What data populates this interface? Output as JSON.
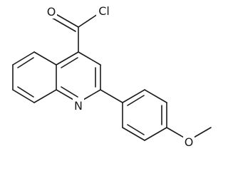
{
  "molecule": {
    "atoms": {
      "carbonyl_oxygen": "O",
      "chlorine": "Cl",
      "ring_nitrogen": "N",
      "methoxy_oxygen": "O"
    }
  },
  "colors": {
    "bond": "#1a1a1a",
    "background": "#ffffff"
  }
}
